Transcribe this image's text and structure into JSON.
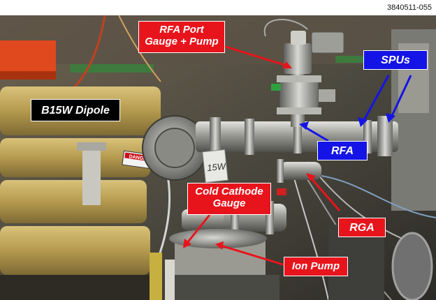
{
  "figure_id": "3840511-055",
  "labels": {
    "rfa_port": "RFA Port\nGauge + Pump",
    "spus": "SPUs",
    "b15w_dipole": "B15W Dipole",
    "rfa": "RFA",
    "cold_cathode": "Cold Cathode\nGauge",
    "rga": "RGA",
    "ion_pump": "Ion Pump"
  },
  "photo_text": {
    "danger_tag": "DANGER",
    "beamline_tag": "15W"
  },
  "colors": {
    "red_label": "#e8141c",
    "blue_label": "#1414e6",
    "black_label": "#000000",
    "arrow_red": "#e8141c",
    "arrow_blue": "#1414e6"
  }
}
